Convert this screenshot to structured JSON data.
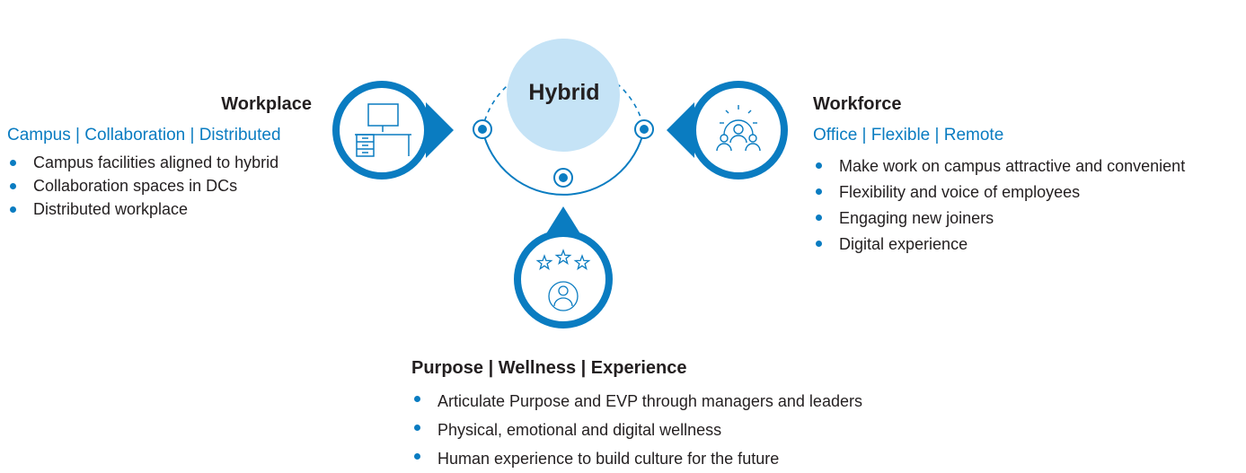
{
  "center": {
    "label": "Hybrid"
  },
  "workplace": {
    "title": "Workplace",
    "subtitle": "Campus | Collaboration | Distributed",
    "bullets": [
      "Campus facilities aligned to hybrid",
      "Collaboration spaces in DCs",
      "Distributed workplace"
    ],
    "icon": "desk-computer-icon"
  },
  "workforce": {
    "title": "Workforce",
    "subtitle": "Office | Flexible | Remote",
    "bullets": [
      "Make work on campus attractive and convenient",
      "Flexibility and voice of employees",
      "Engaging new joiners",
      "Digital experience"
    ],
    "icon": "team-gear-icon"
  },
  "purpose": {
    "title": "Purpose | Wellness | Experience",
    "bullets": [
      "Articulate Purpose and EVP through managers and leaders",
      "Physical, emotional and digital wellness",
      "Human experience to build culture for the future"
    ],
    "icon": "person-stars-icon"
  },
  "colors": {
    "accent": "#0a7cc1",
    "center_fill": "#c5e3f6",
    "text": "#231f20"
  }
}
